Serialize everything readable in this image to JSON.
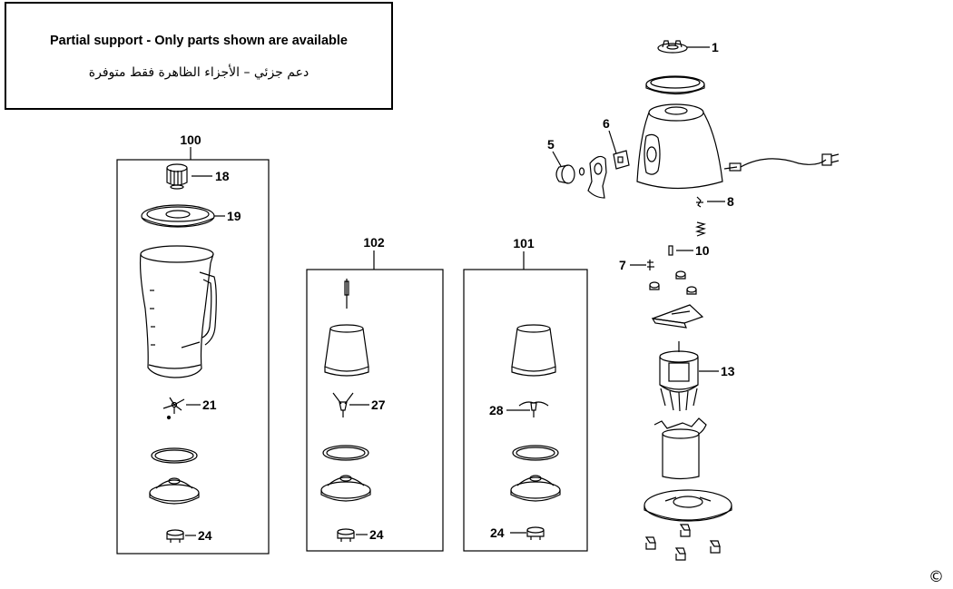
{
  "notice": {
    "english": "Partial support - Only parts shown are available",
    "arabic": "دعم جزئي – الأجزاء الظاهرة فقط متوفرة"
  },
  "assemblies": {
    "a100": "100",
    "a102": "102",
    "a101": "101"
  },
  "parts": {
    "p1": "1",
    "p5": "5",
    "p6": "6",
    "p7": "7",
    "p8": "8",
    "p10": "10",
    "p13": "13",
    "p18": "18",
    "p19": "19",
    "p21": "21",
    "p24a": "24",
    "p24b": "24",
    "p24c": "24",
    "p27": "27",
    "p28": "28"
  },
  "copyright": "©"
}
